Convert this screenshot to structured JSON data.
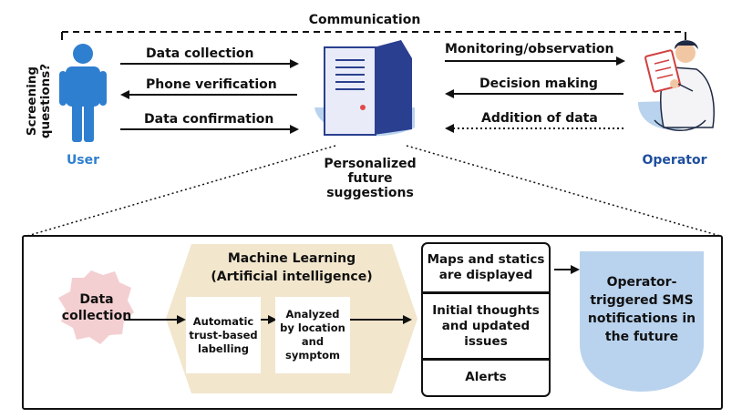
{
  "top": {
    "communication_label": "Communication",
    "screening_label_line1": "Screening",
    "screening_label_line2": "questions?"
  },
  "user": {
    "label": "User",
    "color": "#2f7fd0",
    "arrows": [
      {
        "label": "Data collection",
        "direction": "right"
      },
      {
        "label": "Phone verification",
        "direction": "left"
      },
      {
        "label": "Data confirmation",
        "direction": "right"
      }
    ]
  },
  "server": {
    "caption_line1": "Personalized",
    "caption_line2": "future",
    "caption_line3": "suggestions"
  },
  "operator": {
    "label": "Operator",
    "color": "#1f4f9e",
    "arrows": [
      {
        "label": "Monitoring/observation",
        "direction": "right"
      },
      {
        "label": "Decision making",
        "direction": "left"
      },
      {
        "label": "Addition of data",
        "direction": "left",
        "style": "dotted"
      }
    ]
  },
  "detail": {
    "data_collection_line1": "Data",
    "data_collection_line2": "collection",
    "ml_title_line1": "Machine Learning",
    "ml_title_line2": "(Artificial intelligence)",
    "auto_label_line1": "Automatic",
    "auto_label_line2": "trust-based",
    "auto_label_line3": "labelling",
    "analyzed_line1": "Analyzed",
    "analyzed_line2": "by location",
    "analyzed_line3": "and",
    "analyzed_line4": "symptom",
    "outputs": [
      {
        "line1": "Maps and statics",
        "line2": "are displayed"
      },
      {
        "line1": "Initial thoughts",
        "line2": "and updated",
        "line3": "issues"
      },
      {
        "line1": "Alerts"
      }
    ],
    "sms_line1": "Operator-",
    "sms_line2": "triggered SMS",
    "sms_line3": "notifications in",
    "sms_line4": "the future",
    "colors": {
      "pink": "#f4cfd1",
      "hexagon": "#f2e6cc",
      "sms_bubble": "#b9d3ee",
      "server_dark": "#2a3f8f",
      "server_light": "#e9ecf8"
    }
  }
}
